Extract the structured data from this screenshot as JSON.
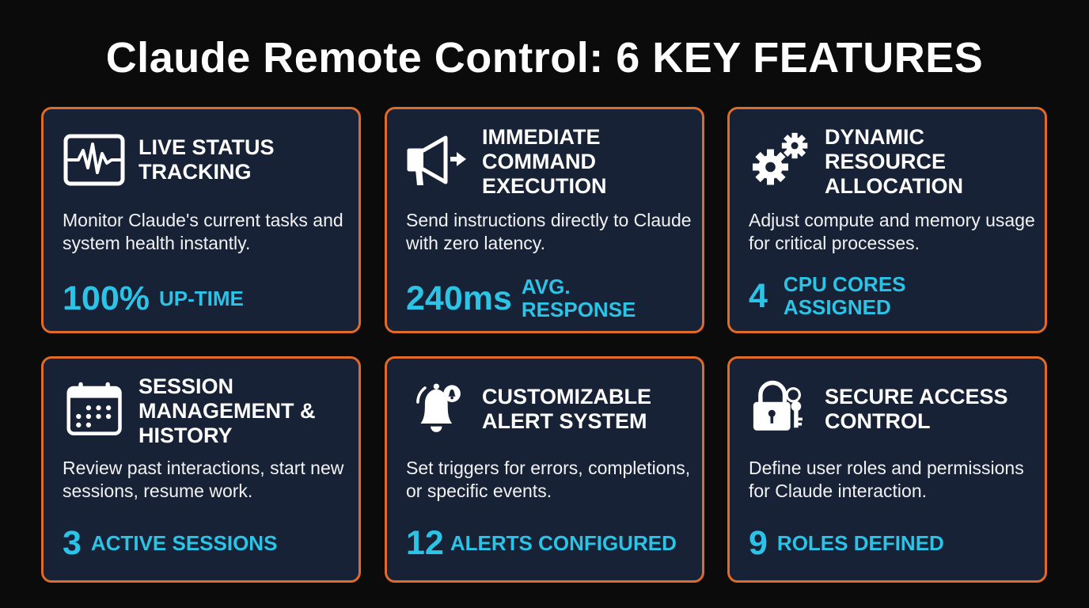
{
  "title": "Claude Remote Control: 6 KEY FEATURES",
  "colors": {
    "background": "#0b0b0c",
    "card_background": "#172236",
    "card_border": "#e06a28",
    "accent": "#2bc3e6",
    "text": "#ffffff"
  },
  "features": [
    {
      "icon": "heartbeat-monitor-icon",
      "heading": "LIVE STATUS TRACKING",
      "description": "Monitor Claude's current tasks and system health instantly.",
      "metric_value": "100%",
      "metric_label": "UP-TIME"
    },
    {
      "icon": "megaphone-arrow-icon",
      "heading": "IMMEDIATE COMMAND EXECUTION",
      "description": "Send instructions directly to Claude with zero latency.",
      "metric_value": "240ms",
      "metric_label": "AVG. RESPONSE"
    },
    {
      "icon": "gears-icon",
      "heading": "DYNAMIC RESOURCE ALLOCATION",
      "description": "Adjust compute and memory usage for critical processes.",
      "metric_value": "4",
      "metric_label": "CPU CORES ASSIGNED"
    },
    {
      "icon": "calendar-icon",
      "heading": "SESSION MANAGEMENT & HISTORY",
      "description": "Review past interactions, start new sessions, resume work.",
      "metric_value": "3",
      "metric_label": "ACTIVE SESSIONS"
    },
    {
      "icon": "bell-alert-icon",
      "heading": "CUSTOMIZABLE ALERT SYSTEM",
      "description": "Set triggers for errors, completions, or specific events.",
      "metric_value": "12",
      "metric_label": "ALERTS CONFIGURED"
    },
    {
      "icon": "padlock-key-icon",
      "heading": "SECURE ACCESS CONTROL",
      "description": "Define user roles and permissions for Claude interaction.",
      "metric_value": "9",
      "metric_label": "ROLES DEFINED"
    }
  ]
}
